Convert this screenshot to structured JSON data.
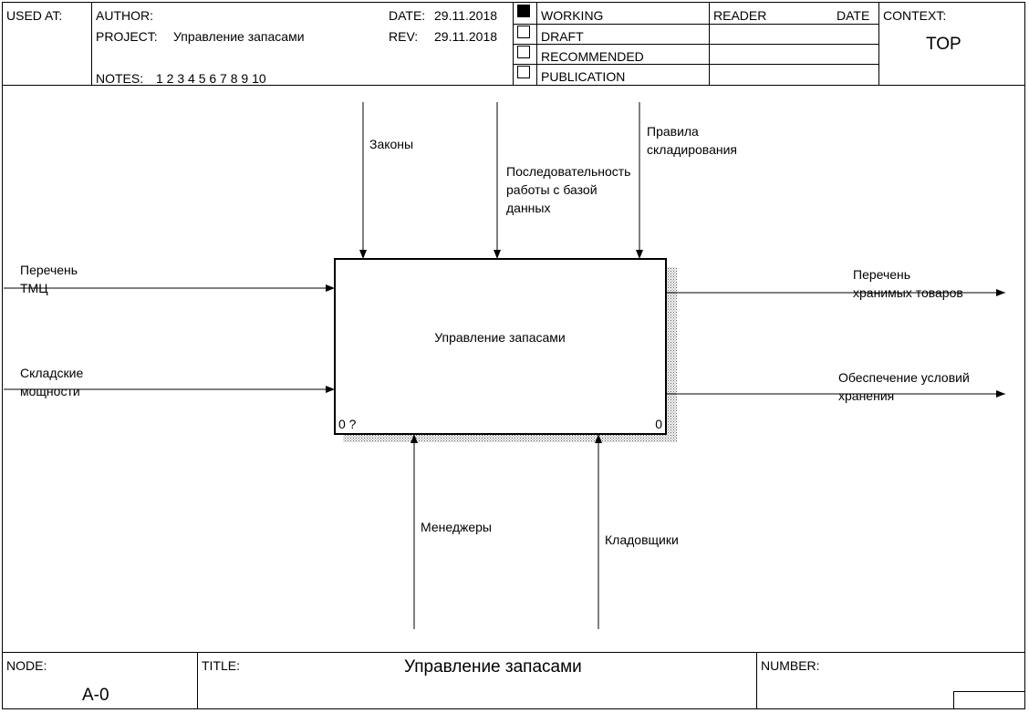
{
  "header": {
    "used_at_label": "USED AT:",
    "author_label": "AUTHOR:",
    "author_value": "",
    "project_label": "PROJECT:",
    "project_value": "Управление запасами",
    "notes_label": "NOTES:",
    "notes_value": "1 2 3 4 5 6 7 8 9 10",
    "date_label": "DATE:",
    "date_value": "29.11.2018",
    "rev_label": "REV:",
    "rev_value": "29.11.2018",
    "status": [
      {
        "label": "WORKING",
        "selected": true
      },
      {
        "label": "DRAFT",
        "selected": false
      },
      {
        "label": "RECOMMENDED",
        "selected": false
      },
      {
        "label": "PUBLICATION",
        "selected": false
      }
    ],
    "reader_label": "READER",
    "reader_date_label": "DATE",
    "context_label": "CONTEXT:",
    "context_value": "TOP"
  },
  "diagram": {
    "activity": {
      "name": "Управление запасами",
      "node_label": "0 ?",
      "cost_label": "0"
    },
    "controls": [
      {
        "lines": [
          "Законы"
        ]
      },
      {
        "lines": [
          "Последовательность",
          "работы с базой",
          "данных"
        ]
      },
      {
        "lines": [
          "Правила",
          "складирования"
        ]
      }
    ],
    "inputs": [
      {
        "lines": [
          "Перечень",
          "ТМЦ"
        ]
      },
      {
        "lines": [
          "Складские",
          "мощности"
        ]
      }
    ],
    "outputs": [
      {
        "lines": [
          "Перечень",
          "хранимых товаров"
        ]
      },
      {
        "lines": [
          "Обеспечение условий",
          "хранения"
        ]
      }
    ],
    "mechanisms": [
      {
        "lines": [
          "Менеджеры"
        ]
      },
      {
        "lines": [
          "Кладовщики"
        ]
      }
    ]
  },
  "footer": {
    "node_label": "NODE:",
    "node_value": "A-0",
    "title_label": "TITLE:",
    "title_value": "Управление запасами",
    "number_label": "NUMBER:",
    "number_value": ""
  }
}
